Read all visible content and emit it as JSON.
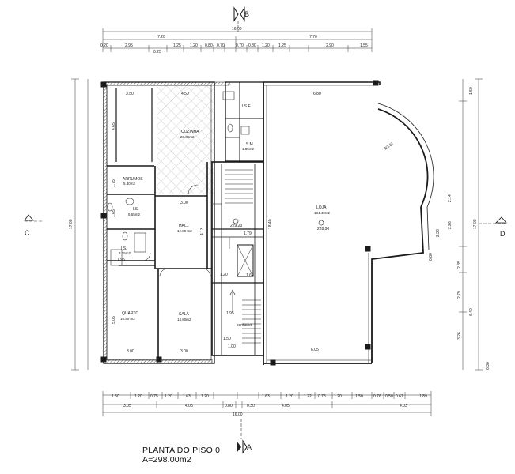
{
  "caption": {
    "title": "PLANTA DO PISO 0",
    "area": "A=298.00m2"
  },
  "section_markers": {
    "top": "B",
    "bottom": "A",
    "left": "C",
    "right": "D"
  },
  "top_dims": {
    "overall": "16.00",
    "row2": [
      "7.20",
      "7.70"
    ],
    "row3": [
      "0.20",
      "2.95",
      "0.25",
      "1.25",
      "1.20",
      "0.80",
      "0.70",
      "0.70",
      "0.80",
      "1.20",
      "1.25",
      "2.90",
      "1.55"
    ]
  },
  "bottom_dims": {
    "row1": [
      "1.50",
      "1.20",
      "0.75",
      "1.20",
      "1.63",
      "1.20",
      "1.63",
      "1.20",
      "1.22",
      "0.75",
      "1.20",
      "1.50",
      "0.76",
      "0.50",
      "0.67",
      "1.89"
    ],
    "row2": [
      "3.05",
      "4.05",
      "0.80",
      "0.30",
      "4.05",
      "4.03"
    ],
    "overall": "16.00"
  },
  "side_dims": {
    "left": "17.00",
    "right": "17.00",
    "right_parts": [
      "1.50",
      "2.14",
      "2.38",
      "2.26",
      "0.80",
      "2.85",
      "2.79",
      "6.40",
      "3.26",
      "0.30"
    ],
    "left_parts": [
      "4.65",
      "1.75",
      "1.65",
      "1.95",
      "5.05"
    ]
  },
  "rooms": [
    {
      "name": "COZINHA",
      "area": "28.35m2"
    },
    {
      "name": "ARRUMOS",
      "area": "5.30m2"
    },
    {
      "name": "I.S.",
      "area": "5.55m2"
    },
    {
      "name": "HALL",
      "area": "12.80 m2"
    },
    {
      "name": "I.S.",
      "area": "3.35m2"
    },
    {
      "name": "QUARTO",
      "area": "16.50 m2"
    },
    {
      "name": "SALA",
      "area": "14.80m2"
    },
    {
      "name": "LOJA",
      "area": "134.40m2"
    },
    {
      "name": "I.S.F",
      "area": ""
    },
    {
      "name": "I.S.M",
      "area": "1.85m2"
    }
  ],
  "interior_labels": {
    "kitchen_width": "4.50",
    "store_width": "6.80",
    "left_top": "3.50",
    "hall_width": "3.00",
    "quarto_width": "3.00",
    "sala_width": "3.00",
    "store_bottom": "6.05",
    "arc_radius": "R3.67",
    "level_stair": "229.20",
    "level_store": "228.90",
    "contador": "contador",
    "stair_dims": [
      "1.79",
      "1.60",
      "1.95",
      "1.20",
      "1.50",
      "1.00"
    ],
    "store_height": "18.40",
    "hall_height": "4.13"
  },
  "colors": {
    "line": "#1a1a1a",
    "hatch": "#4a4a4a",
    "background": "#ffffff"
  }
}
